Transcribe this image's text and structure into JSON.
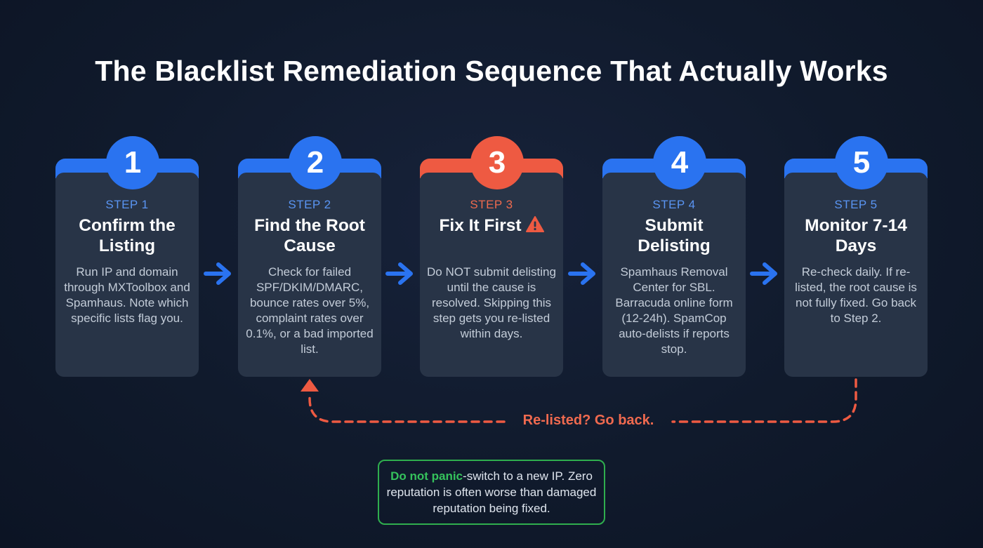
{
  "title": "The Blacklist Remediation Sequence That Actually Works",
  "steps": [
    {
      "number": "1",
      "label": "STEP 1",
      "title": "Confirm the Listing",
      "description": "Run IP and domain through MXToolbox and Spamhaus. Note which specific lists flag you."
    },
    {
      "number": "2",
      "label": "STEP 2",
      "title": "Find the Root Cause",
      "description": "Check for failed SPF/DKIM/DMARC, bounce rates over 5%, complaint rates over 0.1%, or a bad imported list."
    },
    {
      "number": "3",
      "label": "STEP 3",
      "title": "Fix It First",
      "description": "Do NOT submit delisting until the cause is resolved. Skipping this step gets you re-listed within days."
    },
    {
      "number": "4",
      "label": "STEP 4",
      "title": "Submit Delisting",
      "description": "Spamhaus Removal Center for SBL. Barracuda online form (12-24h). SpamCop auto-delists if reports stop."
    },
    {
      "number": "5",
      "label": "STEP 5",
      "title": "Monitor 7-14 Days",
      "description": "Re-check daily. If re-listed, the root cause is not fully fixed. Go back to Step 2."
    }
  ],
  "loop_label": "Re-listed? Go back.",
  "note": {
    "highlight": "Do not panic",
    "rest": "-switch to a new IP. Zero reputation is often worse than damaged reputation being fixed."
  },
  "colors": {
    "accent_blue": "#2a73f0",
    "warning_red": "#ee5a42",
    "success_green": "#2fae4e",
    "card_bg": "#283447"
  }
}
